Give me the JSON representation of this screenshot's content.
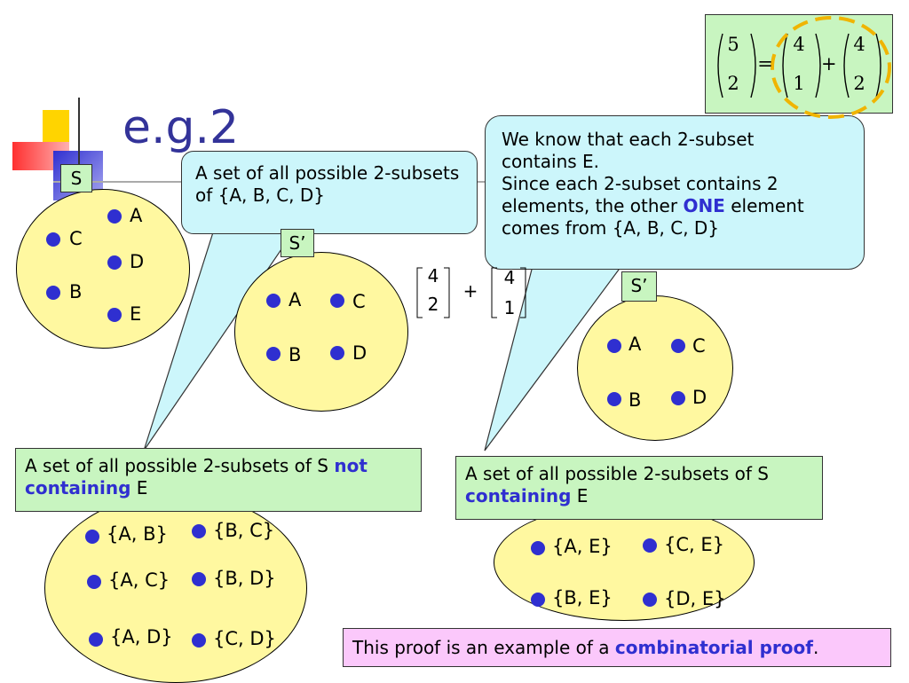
{
  "title": "e.g.2",
  "colors": {
    "dot": "#2f2fd0",
    "ellipse": "#fff8a0",
    "green": "#c8f5c0",
    "callout": "#ccf6fb",
    "pink": "#fbc8fb",
    "title": "#333399"
  },
  "setS": {
    "tag": "S",
    "elements": [
      "A",
      "C",
      "D",
      "B",
      "E"
    ]
  },
  "setS1": {
    "tag": "S’",
    "elements": [
      "A",
      "C",
      "B",
      "D"
    ]
  },
  "setS2": {
    "tag": "S’",
    "elements": [
      "A",
      "C",
      "B",
      "D"
    ]
  },
  "callout1": "A set of all possible 2-subsets of {A, B, C, D}",
  "callout2": {
    "line1": "We know that each 2-subset",
    "line2": "contains E.",
    "line3": "Since each 2-subset contains 2",
    "line4_pre": "elements, the other ",
    "line4_em": "ONE",
    "line4_post": " element",
    "line5": "comes from {A, B, C, D}"
  },
  "middle_formula": {
    "b1_top": "4",
    "b1_bot": "2",
    "plus": "+",
    "b2_top": "4",
    "b2_bot": "1"
  },
  "identity": {
    "lhs_top": "5",
    "lhs_bot": "2",
    "eq": "=",
    "m1_top": "4",
    "m1_bot": "1",
    "plus": "+",
    "m2_top": "4",
    "m2_bot": "2"
  },
  "box_left": {
    "pre": "A set of all possible 2-subsets of S ",
    "em": "not containing",
    "post": " E"
  },
  "box_right": {
    "pre": "A set of all possible 2-subsets of S",
    "em": "containing",
    "post": " E"
  },
  "subsets_left": [
    "{A, B}",
    "{B, C}",
    "{A, C}",
    "{B, D}",
    "{A, D}",
    "{C, D}"
  ],
  "subsets_right": [
    "{A, E}",
    "{C, E}",
    "{B, E}",
    "{D, E}"
  ],
  "footer": {
    "pre": "This proof is an example of a ",
    "em": "combinatorial proof",
    "post": "."
  }
}
